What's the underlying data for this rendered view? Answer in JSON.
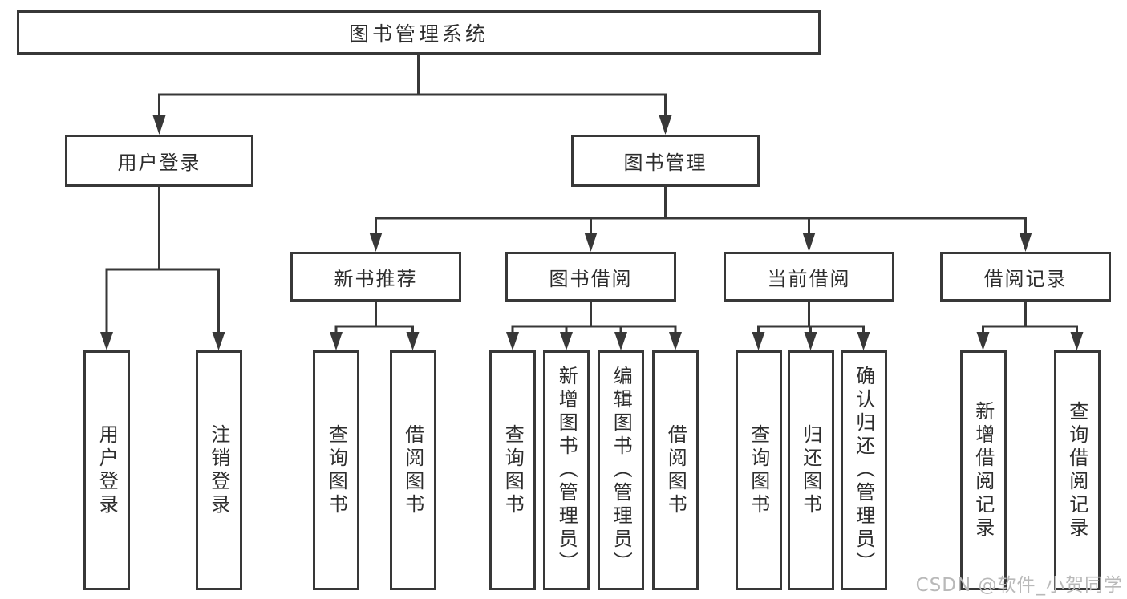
{
  "tree": {
    "root": {
      "label": "图书管理系统",
      "children": [
        {
          "label": "用户登录",
          "children": [
            {
              "label": "用户登录"
            },
            {
              "label": "注销登录"
            }
          ]
        },
        {
          "label": "图书管理",
          "children": [
            {
              "label": "新书推荐",
              "children": [
                {
                  "label": "查询图书"
                },
                {
                  "label": "借阅图书"
                }
              ]
            },
            {
              "label": "图书借阅",
              "children": [
                {
                  "label": "查询图书"
                },
                {
                  "label": "新增图书（管理员）"
                },
                {
                  "label": "编辑图书（管理员）"
                },
                {
                  "label": "借阅图书"
                }
              ]
            },
            {
              "label": "当前借阅",
              "children": [
                {
                  "label": "查询图书"
                },
                {
                  "label": "归还图书"
                },
                {
                  "label": "确认归还（管理员）"
                }
              ]
            },
            {
              "label": "借阅记录",
              "children": [
                {
                  "label": "新增借阅记录"
                },
                {
                  "label": "查询借阅记录"
                }
              ]
            }
          ]
        }
      ]
    }
  },
  "watermark": {
    "text": "CSDN @软件_小贺同学"
  },
  "colors": {
    "line": "#383838",
    "text": "#2d2d2d",
    "bg": "#ffffff",
    "box_bg": "#ffffff",
    "watermark": "#b9b9b9"
  }
}
